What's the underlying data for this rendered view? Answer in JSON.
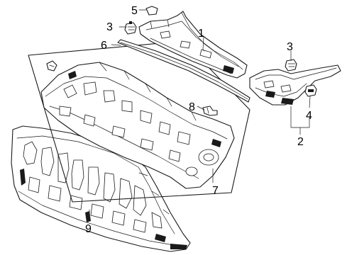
{
  "diagram": {
    "callouts": [
      {
        "id": "1",
        "label": "1"
      },
      {
        "id": "2",
        "label": "2"
      },
      {
        "id": "3a",
        "label": "3"
      },
      {
        "id": "3b",
        "label": "3"
      },
      {
        "id": "4",
        "label": "4"
      },
      {
        "id": "5",
        "label": "5"
      },
      {
        "id": "6",
        "label": "6"
      },
      {
        "id": "7",
        "label": "7"
      },
      {
        "id": "8",
        "label": "8"
      },
      {
        "id": "9",
        "label": "9"
      }
    ],
    "colors": {
      "line": "#1a1a1a",
      "background": "#ffffff"
    }
  }
}
